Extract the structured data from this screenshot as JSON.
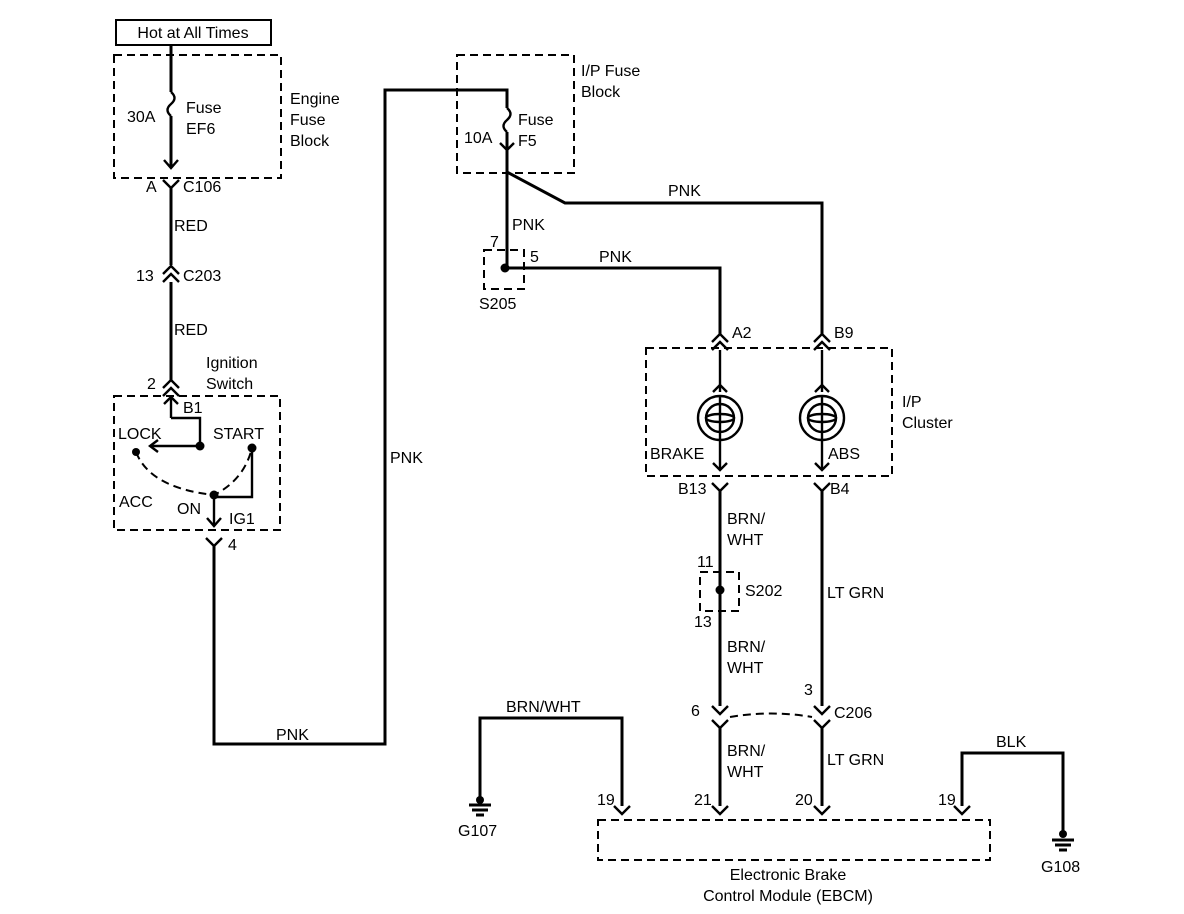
{
  "header": {
    "hot_label": "Hot at All Times"
  },
  "engine_fuse": {
    "block_label_1": "Engine",
    "block_label_2": "Fuse",
    "block_label_3": "Block",
    "rating": "30A",
    "name_1": "Fuse",
    "name_2": "EF6"
  },
  "ip_fuse": {
    "block_label_1": "I/P Fuse",
    "block_label_2": "Block",
    "rating": "10A",
    "name_1": "Fuse",
    "name_2": "F5"
  },
  "connectors": {
    "c106_pin": "A",
    "c106": "C106",
    "c203_pin": "13",
    "c203": "C203",
    "ign_in_pin": "2",
    "ign_out_pin": "4",
    "s205_in": "7",
    "s205_out": "5",
    "s205": "S205",
    "a2": "A2",
    "b9": "B9",
    "b13": "B13",
    "b4": "B4",
    "s202_in": "11",
    "s202_out": "13",
    "s202": "S202",
    "c206_pin6": "6",
    "c206_pin3": "3",
    "c206": "C206",
    "ebcm_19_left": "19",
    "ebcm_21": "21",
    "ebcm_20": "20",
    "ebcm_19_right": "19"
  },
  "wires": {
    "red_1": "RED",
    "red_2": "RED",
    "pnk_long": "PNK",
    "pnk_bottom": "PNK",
    "pnk_f5_down": "PNK",
    "pnk_s205": "PNK",
    "pnk_top": "PNK",
    "brnwht_1a": "BRN/",
    "brnwht_1b": "WHT",
    "brnwht_2a": "BRN/",
    "brnwht_2b": "WHT",
    "brnwht_3a": "BRN/",
    "brnwht_3b": "WHT",
    "brnwht_g107": "BRN/WHT",
    "ltgrn_1": "LT GRN",
    "ltgrn_2": "LT GRN",
    "blk": "BLK"
  },
  "ignition": {
    "title_1": "Ignition",
    "title_2": "Switch",
    "b1": "B1",
    "lock": "LOCK",
    "start": "START",
    "acc": "ACC",
    "on": "ON",
    "ig1": "IG1"
  },
  "cluster": {
    "label_1": "I/P",
    "label_2": "Cluster",
    "brake": "BRAKE",
    "abs": "ABS"
  },
  "grounds": {
    "g107": "G107",
    "g108": "G108"
  },
  "ebcm": {
    "label_1": "Electronic Brake",
    "label_2": "Control Module (EBCM)"
  }
}
